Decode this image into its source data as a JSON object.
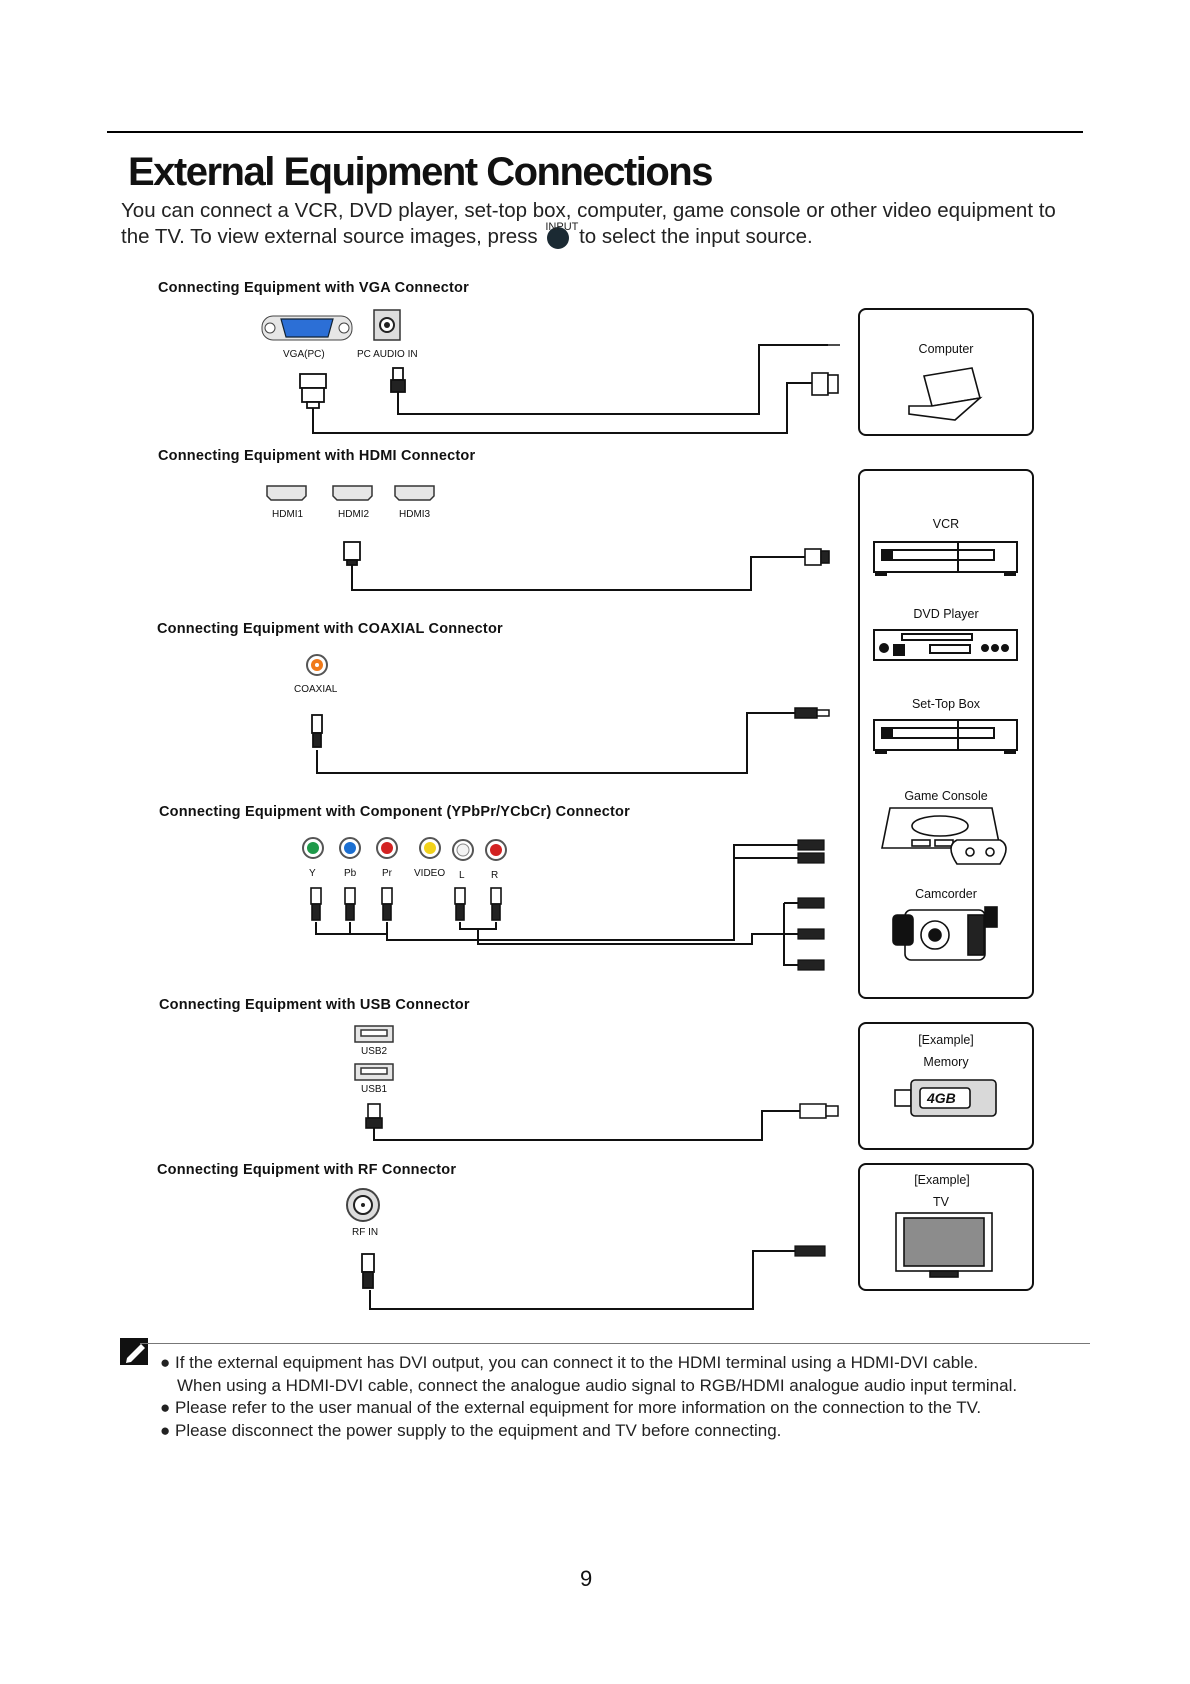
{
  "title": "External Equipment Connections",
  "intro": {
    "line1": "You can connect a VCR, DVD player, set-top box, computer, game console or other video equipment to",
    "line2_before": "the TV.  To view external source images, press",
    "input_label": "INPUT",
    "line2_after": "to select the input source."
  },
  "sections": {
    "vga": "Connecting  Equipment  with VGA Connector",
    "hdmi": "Connecting  Equipment  with  HDMI  Connector",
    "coaxial": "Connecting  Equipment  with  COAXIAL  Connector",
    "component": "Connecting  Equipment  with  Component (YPbPr/YCbCr)  Connector",
    "usb": "Connecting  Equipment  with  USB  Connector",
    "rf": "Connecting  Equipment  with  RF  Connector"
  },
  "ports": {
    "vga_pc": "VGA(PC)",
    "pc_audio": "PC AUDIO IN",
    "hdmi1": "HDMI1",
    "hdmi2": "HDMI2",
    "hdmi3": "HDMI3",
    "coaxial": "COAXIAL",
    "y": "Y",
    "pb": "Pb",
    "pr": "Pr",
    "video": "VIDEO",
    "l": "L",
    "r": "R",
    "usb2": "USB2",
    "usb1": "USB1",
    "rf_in": "RF IN"
  },
  "devices": {
    "computer": "Computer",
    "vcr": "VCR",
    "dvd": "DVD Player",
    "stb": "Set-Top Box",
    "game": "Game Console",
    "camcorder": "Camcorder",
    "memory_example": "[Example]",
    "memory": "Memory",
    "memory_size": "4GB",
    "tv_example": "[Example]",
    "tv": "TV"
  },
  "colors": {
    "y": "#1f9a4a",
    "pb": "#1b6fd1",
    "pr": "#d32222",
    "video": "#f2d21a",
    "l": "#f4f4f4",
    "r": "#d32222",
    "coaxial": "#f07a1a",
    "vga": "#2c6fd6"
  },
  "notes": [
    "● If the external equipment has DVI output, you can connect it to the HDMI terminal using a HDMI-DVI cable.",
    "When using a HDMI-DVI cable, connect the analogue audio signal to RGB/HDMI analogue audio input terminal.",
    "● Please refer to the user manual of the external equipment for more information on the connection to the TV.",
    "● Please disconnect the power supply to the equipment and TV before connecting."
  ],
  "page_number": "9"
}
